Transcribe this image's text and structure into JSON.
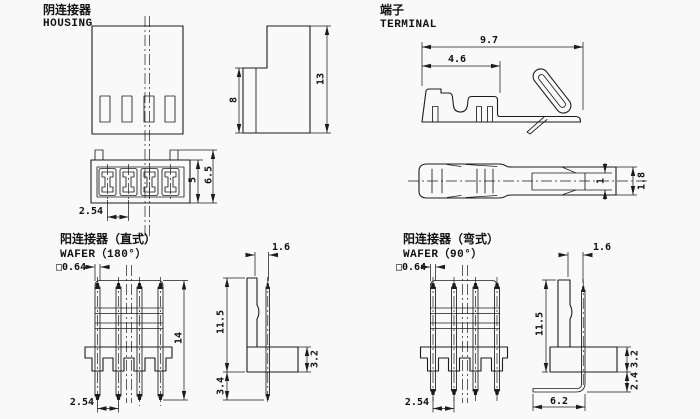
{
  "page": {
    "background": "#f9f9f9",
    "line_color": "#1c1c1c"
  },
  "views": {
    "housing": {
      "title_cn": "阴连接器",
      "title_en": "HOUSING",
      "side_dims": {
        "front_height": "8",
        "overall_height": "13"
      },
      "bottom_dims": {
        "pitch": "2.54",
        "cavity_height": "5",
        "overall_height": "6.5"
      }
    },
    "terminal": {
      "title_cn": "端子",
      "title_en": "TERMINAL",
      "side_dims": {
        "overall_length": "9.7",
        "contact_length": "4.6"
      },
      "top_dims": {
        "inner_width": "1",
        "outer_width": "1.8"
      }
    },
    "wafer_straight": {
      "title_cn": "阳连接器（直式）",
      "title_en": "WAFER（180°）",
      "dims": {
        "pin_square": "□0.64",
        "pitch": "2.54",
        "overall_height": "14",
        "pin_offset": "1.6",
        "body_height": "11.5",
        "pin_tail": "3.4",
        "base_height": "3.2"
      }
    },
    "wafer_right_angle": {
      "title_cn": "阳连接器（弯式）",
      "title_en": "WAFER（90°）",
      "dims": {
        "pin_square": "□0.64",
        "pitch": "2.54",
        "pin_offset": "1.6",
        "body_height": "11.5",
        "base_height": "3.2",
        "pin_drop": "2.4",
        "leg_length": "6.2"
      }
    }
  }
}
